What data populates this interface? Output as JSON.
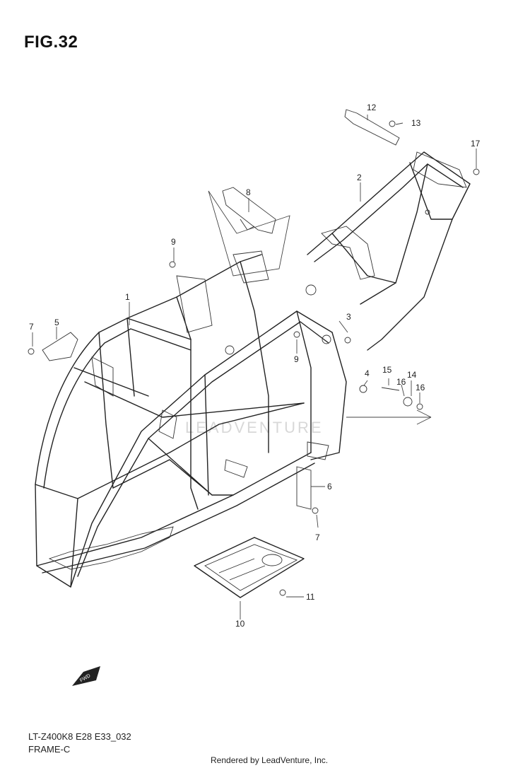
{
  "figure": {
    "title": "FIG.32",
    "model_code": "LT-Z400K8 E28 E33_032",
    "section_name": "FRAME-C",
    "render_credit": "Rendered by LeadVenture, Inc.",
    "watermark": "LEADVENTURE",
    "fwd_label": "FWD"
  },
  "callouts": [
    {
      "id": "c1",
      "label": "1"
    },
    {
      "id": "c2",
      "label": "2"
    },
    {
      "id": "c3",
      "label": "3"
    },
    {
      "id": "c4",
      "label": "4"
    },
    {
      "id": "c5",
      "label": "5"
    },
    {
      "id": "c6",
      "label": "6"
    },
    {
      "id": "c7a",
      "label": "7"
    },
    {
      "id": "c7b",
      "label": "7"
    },
    {
      "id": "c8",
      "label": "8"
    },
    {
      "id": "c9a",
      "label": "9"
    },
    {
      "id": "c9b",
      "label": "9"
    },
    {
      "id": "c10",
      "label": "10"
    },
    {
      "id": "c11",
      "label": "11"
    },
    {
      "id": "c12",
      "label": "12"
    },
    {
      "id": "c13",
      "label": "13"
    },
    {
      "id": "c14",
      "label": "14"
    },
    {
      "id": "c15",
      "label": "15"
    },
    {
      "id": "c16a",
      "label": "16"
    },
    {
      "id": "c16b",
      "label": "16"
    },
    {
      "id": "c17",
      "label": "17"
    }
  ]
}
